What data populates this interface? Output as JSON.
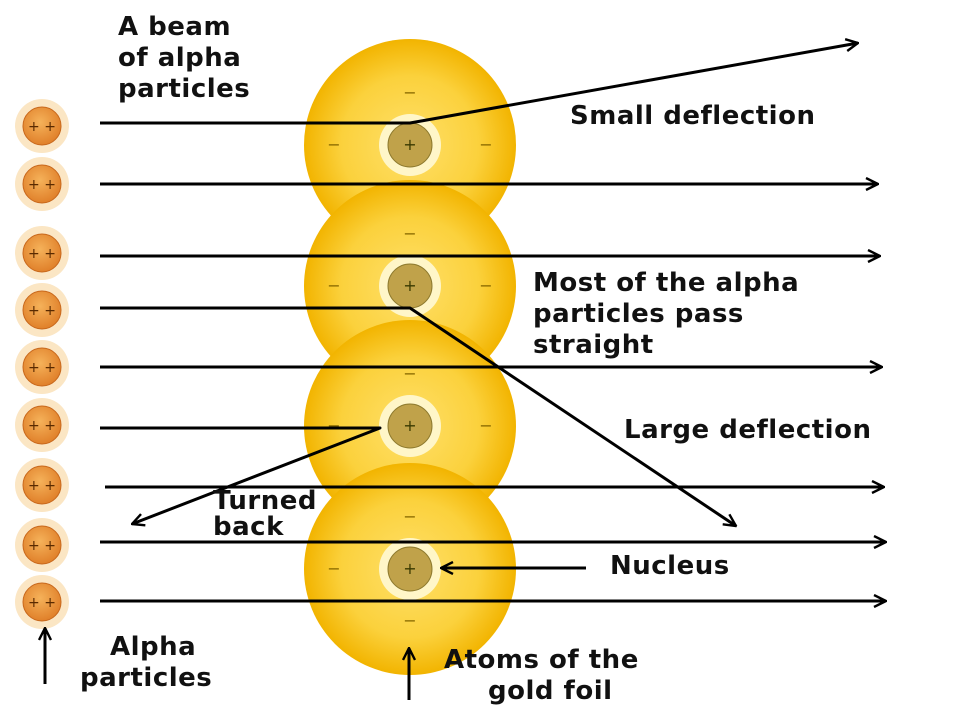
{
  "labels": {
    "beam": [
      "A beam",
      "of alpha",
      "particles"
    ],
    "small_deflection": "Small deflection",
    "most_pass": [
      "Most of the alpha",
      "particles pass",
      "straight"
    ],
    "large_deflection": "Large deflection",
    "turned_back": [
      "Turned",
      "back"
    ],
    "nucleus": "Nucleus",
    "alpha_particles": [
      "Alpha",
      "particles"
    ],
    "gold_atoms": [
      "Atoms of the",
      "gold foil"
    ]
  },
  "symbols": {
    "alpha_charge": "+ +",
    "nucleus_charge": "+",
    "electron_charge": "−"
  },
  "counts": {
    "alpha_particles": 9,
    "gold_atoms": 4
  },
  "colors": {
    "atom_center": "#FFE06A",
    "atom_edge": "#F2B400",
    "nucleus_fill": "#C0A24A",
    "nucleus_ring": "#FFF6C8",
    "alpha_center": "#F5B25A",
    "alpha_edge": "#E0802A",
    "ray": "#000000",
    "text": "#111111"
  }
}
